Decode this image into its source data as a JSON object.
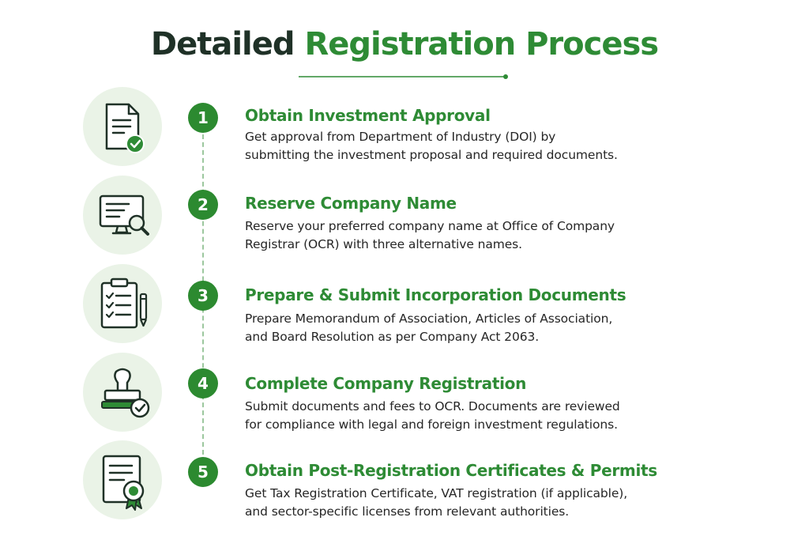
{
  "title": {
    "part1": "Detailed",
    "part2": "Registration Process"
  },
  "colors": {
    "accent": "#2e8b35",
    "dark": "#1f3127",
    "icon_bg": "#eaf3e7"
  },
  "steps": [
    {
      "number": "1",
      "icon": "document-check-icon",
      "title": "Obtain Investment Approval",
      "desc_lines": [
        "Get approval from Department of Industry (DOI) by",
        "submitting the investment proposal and required documents."
      ]
    },
    {
      "number": "2",
      "icon": "monitor-search-icon",
      "title": "Reserve Company Name",
      "desc_lines": [
        "Reserve your preferred company name at Office of Company",
        "Registrar (OCR) with three alternative names."
      ]
    },
    {
      "number": "3",
      "icon": "clipboard-checklist-icon",
      "title": "Prepare & Submit Incorporation Documents",
      "desc_lines": [
        "Prepare Memorandum of Association, Articles of Association,",
        "and Board Resolution as per Company Act 2063."
      ]
    },
    {
      "number": "4",
      "icon": "stamp-check-icon",
      "title": "Complete Company Registration",
      "desc_lines": [
        "Submit documents and fees to OCR. Documents are reviewed",
        "for compliance with legal and foreign investment regulations."
      ]
    },
    {
      "number": "5",
      "icon": "certificate-badge-icon",
      "title": "Obtain Post-Registration Certificates & Permits",
      "desc_lines": [
        "Get Tax Registration Certificate, VAT registration (if applicable),",
        "and sector-specific licenses from relevant authorities."
      ]
    }
  ]
}
